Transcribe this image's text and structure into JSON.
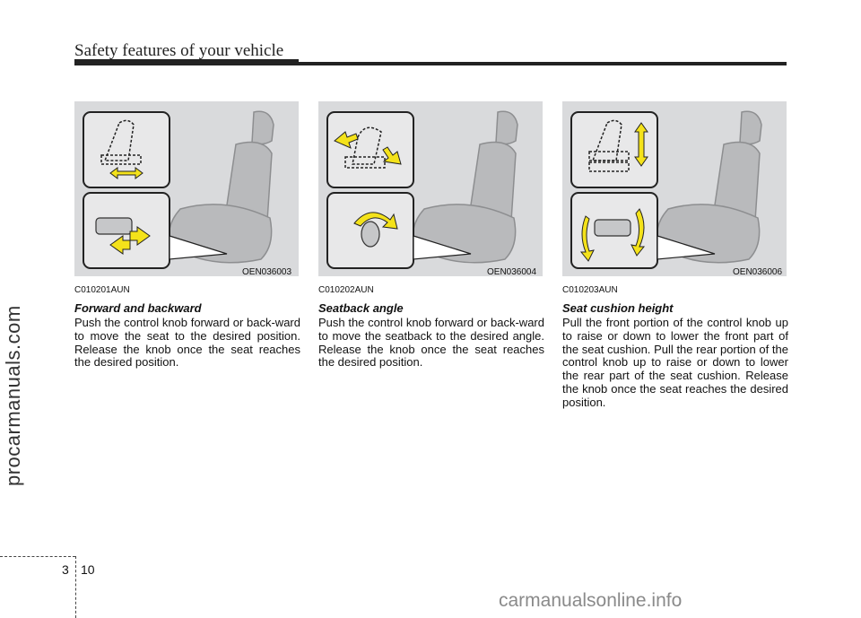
{
  "header": {
    "title": "Safety features of your vehicle"
  },
  "watermark_side": "procarmanuals.com",
  "watermark_footer": "carmanualsonline.info",
  "sections": [
    {
      "figure_code": "OEN036003",
      "code": "C010201AUN",
      "title": "Forward and backward",
      "body": "Push the control knob forward or back-ward to move the seat to the desired position. Release the knob once the seat reaches the desired position."
    },
    {
      "figure_code": "OEN036004",
      "code": "C010202AUN",
      "title": "Seatback angle",
      "body": "Push the control knob forward or back-ward to move the seatback to the desired angle. Release the knob once the seat reaches the desired position."
    },
    {
      "figure_code": "OEN036006",
      "code": "C010203AUN",
      "title": "Seat cushion height",
      "body": "Pull the front portion of the control knob up to raise or down to lower the front part of the seat cushion. Pull the rear portion of the control knob up to raise or down to lower the rear part of the seat cushion. Release the knob once the seat reaches the desired position."
    }
  ],
  "footer": {
    "chapter": "3",
    "page": "10"
  },
  "colors": {
    "figure_bg": "#d9dadc",
    "arrow": "#f4e21a",
    "seat": "#b9babc"
  }
}
